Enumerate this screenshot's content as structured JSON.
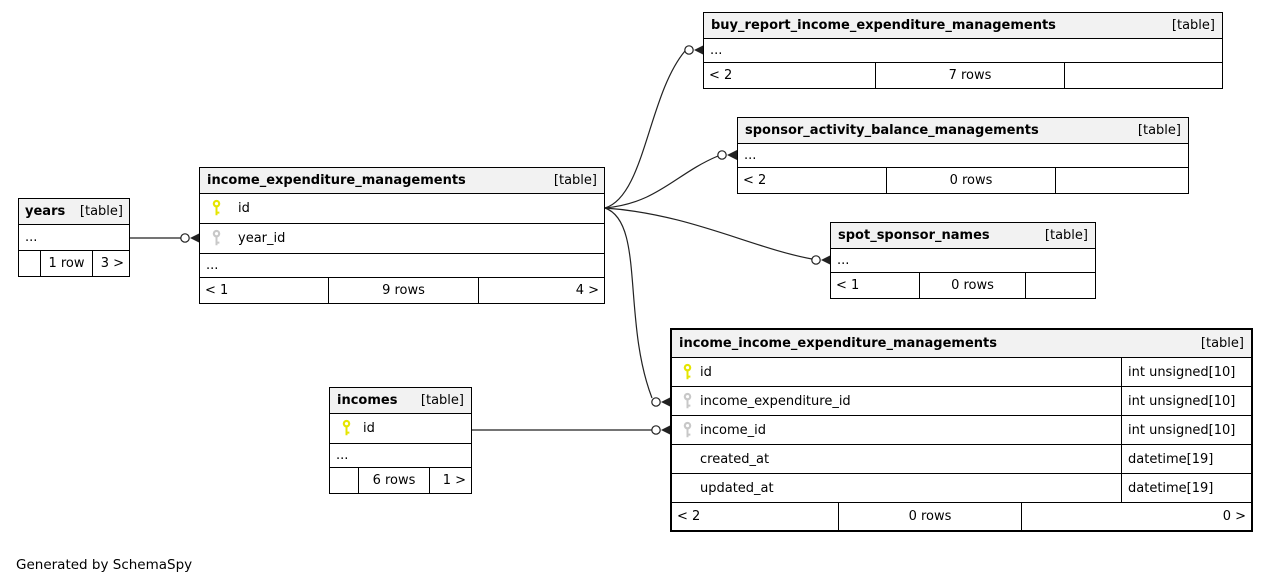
{
  "generated": "Generated by SchemaSpy",
  "colors": {
    "header_bg": "#f2f2f2",
    "primary_key": "#e5e500",
    "foreign_key": "#c8c8c8",
    "edge": "#222222"
  },
  "tables": {
    "buy_report": {
      "name": "buy_report_income_expenditure_managements",
      "tag": "[table]",
      "more": "...",
      "footer": {
        "left": "< 2",
        "center": "7 rows",
        "right": ""
      }
    },
    "sponsor": {
      "name": "sponsor_activity_balance_managements",
      "tag": "[table]",
      "more": "...",
      "footer": {
        "left": "< 2",
        "center": "0 rows",
        "right": ""
      }
    },
    "spot": {
      "name": "spot_sponsor_names",
      "tag": "[table]",
      "more": "...",
      "footer": {
        "left": "< 1",
        "center": "0 rows",
        "right": ""
      }
    },
    "iem": {
      "name": "income_expenditure_managements",
      "tag": "[table]",
      "columns": [
        {
          "name": "id",
          "key": "primary"
        },
        {
          "name": "year_id",
          "key": "foreign"
        }
      ],
      "more": "...",
      "footer": {
        "left": "< 1",
        "center": "9 rows",
        "right": "4 >"
      }
    },
    "years": {
      "name": "years",
      "tag": "[table]",
      "more": "...",
      "footer": {
        "left": "",
        "center": "1 row",
        "right": "3 >"
      }
    },
    "incomes": {
      "name": "incomes",
      "tag": "[table]",
      "columns": [
        {
          "name": "id",
          "key": "primary"
        }
      ],
      "more": "...",
      "footer": {
        "left": "",
        "center": "6 rows",
        "right": "1 >"
      }
    },
    "iiem": {
      "name": "income_income_expenditure_managements",
      "tag": "[table]",
      "columns": [
        {
          "name": "id",
          "key": "primary",
          "type": "int unsigned[10]"
        },
        {
          "name": "income_expenditure_id",
          "key": "foreign",
          "type": "int unsigned[10]"
        },
        {
          "name": "income_id",
          "key": "foreign",
          "type": "int unsigned[10]"
        },
        {
          "name": "created_at",
          "key": "none",
          "type": "datetime[19]"
        },
        {
          "name": "updated_at",
          "key": "none",
          "type": "datetime[19]"
        }
      ],
      "footer": {
        "left": "< 2",
        "center": "0 rows",
        "right": "0 >"
      }
    }
  },
  "relationships": [
    {
      "from": "years",
      "to": "income_expenditure_managements.year_id"
    },
    {
      "from": "income_expenditure_managements.id",
      "to": "buy_report_income_expenditure_managements"
    },
    {
      "from": "income_expenditure_managements.id",
      "to": "sponsor_activity_balance_managements"
    },
    {
      "from": "income_expenditure_managements.id",
      "to": "spot_sponsor_names"
    },
    {
      "from": "income_expenditure_managements.id",
      "to": "income_income_expenditure_managements.income_expenditure_id"
    },
    {
      "from": "incomes.id",
      "to": "income_income_expenditure_managements.income_id"
    }
  ]
}
